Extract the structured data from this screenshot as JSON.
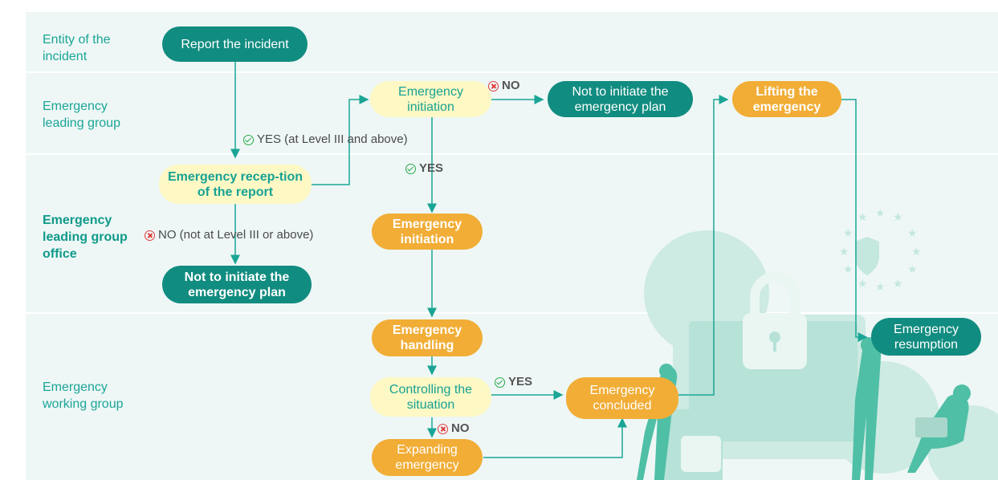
{
  "lanes": {
    "entity": "Entity of the incident",
    "leading_group": "Emergency leading group",
    "office": "Emergency leading group office",
    "working_group": "Emergency working group"
  },
  "nodes": {
    "report_incident": "Report the incident",
    "emergency_initiation_top": "Emergency initiation",
    "not_initiate_top": "Not to initiate the emergency plan",
    "lifting_emergency": "Lifting the emergency",
    "emergency_reception": "Emergency recep-tion of the report",
    "emergency_initiation_mid": "Emergency initiation",
    "not_initiate_office": "Not to initiate the emergency plan",
    "emergency_handling": "Emergency handling",
    "controlling_situation": "Controlling the situation",
    "expanding_emergency": "Expanding emergency",
    "emergency_concluded": "Emergency concluded",
    "emergency_resumption": "Emergency resumption"
  },
  "edge_labels": {
    "yes_level3": "YES (at Level III and above)",
    "no_top": "NO",
    "yes_mid": "YES",
    "no_level3": "NO (not at Level III or above)",
    "yes_controlling": "YES",
    "no_controlling": "NO"
  },
  "colors": {
    "lane_bg": "#eef7f6",
    "teal": "#118c80",
    "orange": "#f1ad36",
    "yellow": "#fdf8c4",
    "arrow": "#1aa596",
    "illustration": "#8fd3c1"
  }
}
